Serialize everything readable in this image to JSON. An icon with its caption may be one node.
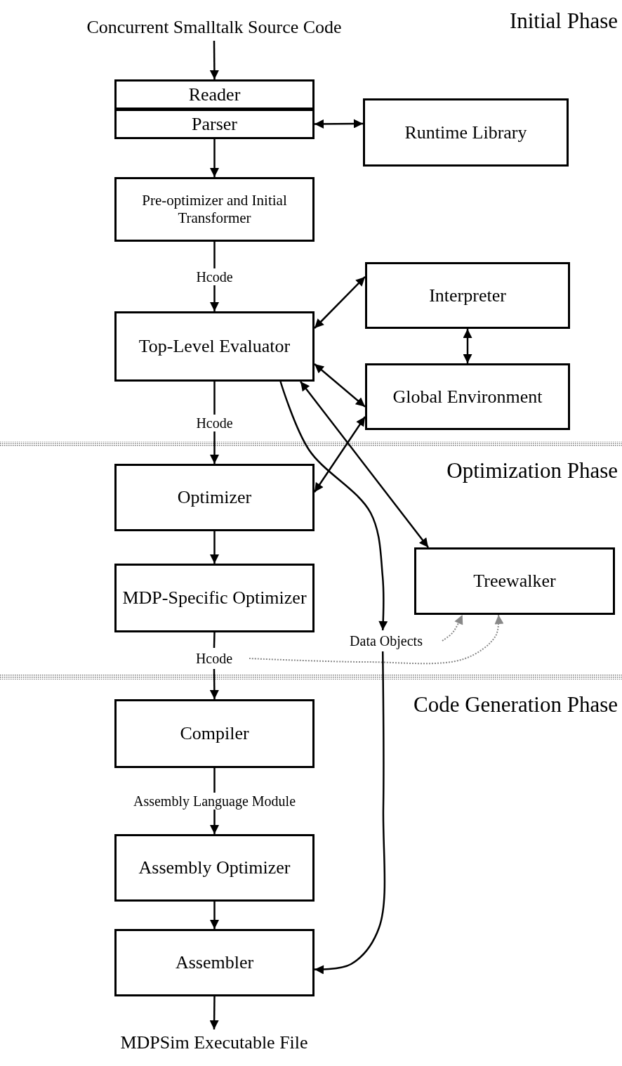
{
  "diagram": {
    "nodes": [
      {
        "text": [
          "Concurrent Smalltalk Source Code"
        ]
      },
      {
        "text": [
          "Reader"
        ]
      },
      {
        "text": [
          "Parser"
        ]
      },
      {
        "text": [
          "Runtime Library"
        ]
      },
      {
        "text": [
          "Pre-optimizer and Initial Transformer"
        ]
      },
      {
        "text": [
          "Top-Level Evaluator"
        ]
      },
      {
        "text": [
          "Interpreter"
        ]
      },
      {
        "text": [
          "Global Environment"
        ]
      },
      {
        "text": [
          "Optimizer"
        ]
      },
      {
        "text": [
          "MDP-Specific Optimizer"
        ]
      },
      {
        "text": [
          "Treewalker"
        ]
      },
      {
        "text": [
          "Data Objects"
        ]
      },
      {
        "text": [
          "Hcode"
        ]
      },
      {
        "text": [
          "Compiler"
        ]
      },
      {
        "text": [
          "Assembly Optimizer"
        ]
      },
      {
        "text": [
          "Assembler"
        ]
      },
      {
        "text": [
          "MDPSim Executable File"
        ]
      }
    ],
    "edges": [
      {
        "from": 0,
        "to": 1,
        "arrow": "to"
      },
      {
        "from": 2,
        "to": 3,
        "arrow": "both"
      },
      {
        "from": 2,
        "to": 4,
        "arrow": "to"
      },
      {
        "from": 4,
        "to": 5,
        "arrow": "to",
        "label": "Hcode"
      },
      {
        "from": 5,
        "to": 6,
        "arrow": "both"
      },
      {
        "from": 6,
        "to": 7,
        "arrow": "both"
      },
      {
        "from": 5,
        "to": 7,
        "arrow": "both"
      },
      {
        "from": 5,
        "to": 10,
        "arrow": "both"
      },
      {
        "from": 7,
        "to": 8,
        "arrow": "both"
      },
      {
        "from": 5,
        "to": 11,
        "arrow": "to"
      },
      {
        "from": 5,
        "to": 8,
        "arrow": "to",
        "label": "Hcode"
      },
      {
        "from": 8,
        "to": 9,
        "arrow": "to"
      },
      {
        "from": 9,
        "to": 12,
        "arrow": "none"
      },
      {
        "from": 12,
        "to": 13,
        "arrow": "to"
      },
      {
        "from": 12,
        "to": 10,
        "arrow": "to",
        "style": "dashed",
        "color": "#888888"
      },
      {
        "from": 11,
        "to": 10,
        "arrow": "to",
        "style": "dashed",
        "color": "#888888"
      },
      {
        "from": 11,
        "to": 15,
        "arrow": "to"
      },
      {
        "from": 13,
        "to": 14,
        "arrow": "to",
        "label": "Assembly Language Module"
      },
      {
        "from": 14,
        "to": 15,
        "arrow": "to"
      },
      {
        "from": 15,
        "to": 16,
        "arrow": "to"
      }
    ],
    "labels": [
      "Initial Phase",
      "Optimization Phase",
      "Code Generation Phase"
    ]
  }
}
